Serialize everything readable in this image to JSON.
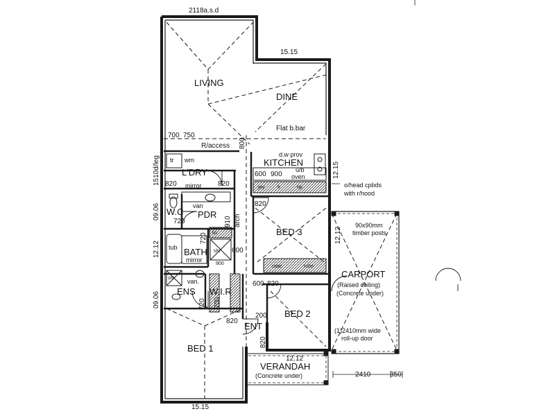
{
  "rooms": {
    "living": "LIVING",
    "dine": "DINE",
    "kitchen": "KITCHEN",
    "laundry": "L'DRY",
    "wc": "W.C",
    "pdr": "PDR",
    "bath": "BATH",
    "bed3": "BED 3",
    "bed2": "BED 2",
    "bed1": "BED 1",
    "ens": "ENS",
    "wir": "W.I.R",
    "ent": "ENT",
    "verandah": "VERANDAH",
    "verandah_note": "(Concrete under)",
    "carport": "CARPORT",
    "carport_note1": "(Raised ceiling)",
    "carport_note2": "(Concrete under)"
  },
  "dimensions": {
    "top_asd": "2118a.s.d",
    "dine_pitch": "15.15",
    "d700": "700",
    "d750": "750",
    "d800": "800",
    "kitchen_pitch": "12.15",
    "leg": "1510d/leg",
    "d820_ldry": "820",
    "d820_kit": "820",
    "d820_ldry2": "820",
    "d600a": "600",
    "d900": "900",
    "d820_bed3": "820",
    "d910": "910",
    "d720_wc": "720",
    "d720_pdr": "720",
    "wc_pitch": "09.06",
    "bath_pitch": "12.12",
    "bed3_pitch": "12.12",
    "d600_bath": "600",
    "d900_small": "900",
    "d600_bed2": "600",
    "d820_bed2": "820",
    "ens_pitch": "09.06",
    "d720_ens": "720",
    "d700_wir": "700",
    "d820_bed1": "820",
    "d200": "200",
    "d820_ent": "820",
    "verandah_pitch": "12.12",
    "d2410": "2410",
    "d350": "350",
    "bed1_pitch": "15.15"
  },
  "fixtures": {
    "flat_bbar": "Flat b.bar",
    "r_access": "R/access",
    "tr": "tr",
    "wm": "wm",
    "mirror_ldry": "mirror",
    "dw_prov": "d.w prov",
    "ub_oven1": "u/b",
    "ub_oven2": "oven",
    "ohead1": "o/head cpbds",
    "ohead2": "with r/hood",
    "fr": "fr",
    "pantry": "pty",
    "hp": "hp",
    "van_pdr": "van",
    "arch": "arch",
    "lin": "lin",
    "tub": "tub",
    "mirror_bath": "mirror",
    "shr_bath": "shr",
    "shr_ens": "shr",
    "van_ens": "van.",
    "robe1": "robe",
    "robe2": "robe",
    "posts1": "90x90mm",
    "posts2": "timber posts",
    "rollup1": "(1)2410mm wide",
    "rollup2": "roll-up door"
  },
  "colors": {
    "ink": "#1a1a1a",
    "paper": "#ffffff"
  }
}
